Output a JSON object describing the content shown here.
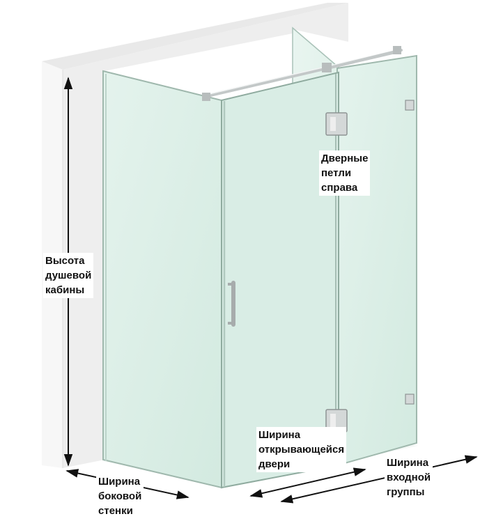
{
  "labels": {
    "hinges": [
      "Дверные",
      "петли",
      "справа"
    ],
    "height": [
      "Высота",
      "душевой",
      "кабины"
    ],
    "door_width": [
      "Ширина",
      "открывающейся",
      "двери"
    ],
    "side_width": [
      "Ширина",
      "боковой",
      "стенки"
    ],
    "entry_width": [
      "Ширина",
      "входной",
      "группы"
    ]
  },
  "colors": {
    "glass_fill": "#dff0e9",
    "glass_edge": "#9fb8ad",
    "wall_face": "#f3f3f3",
    "wall_side": "#e6e6e6",
    "metal": "#c8cccc",
    "arrow": "#111111"
  }
}
